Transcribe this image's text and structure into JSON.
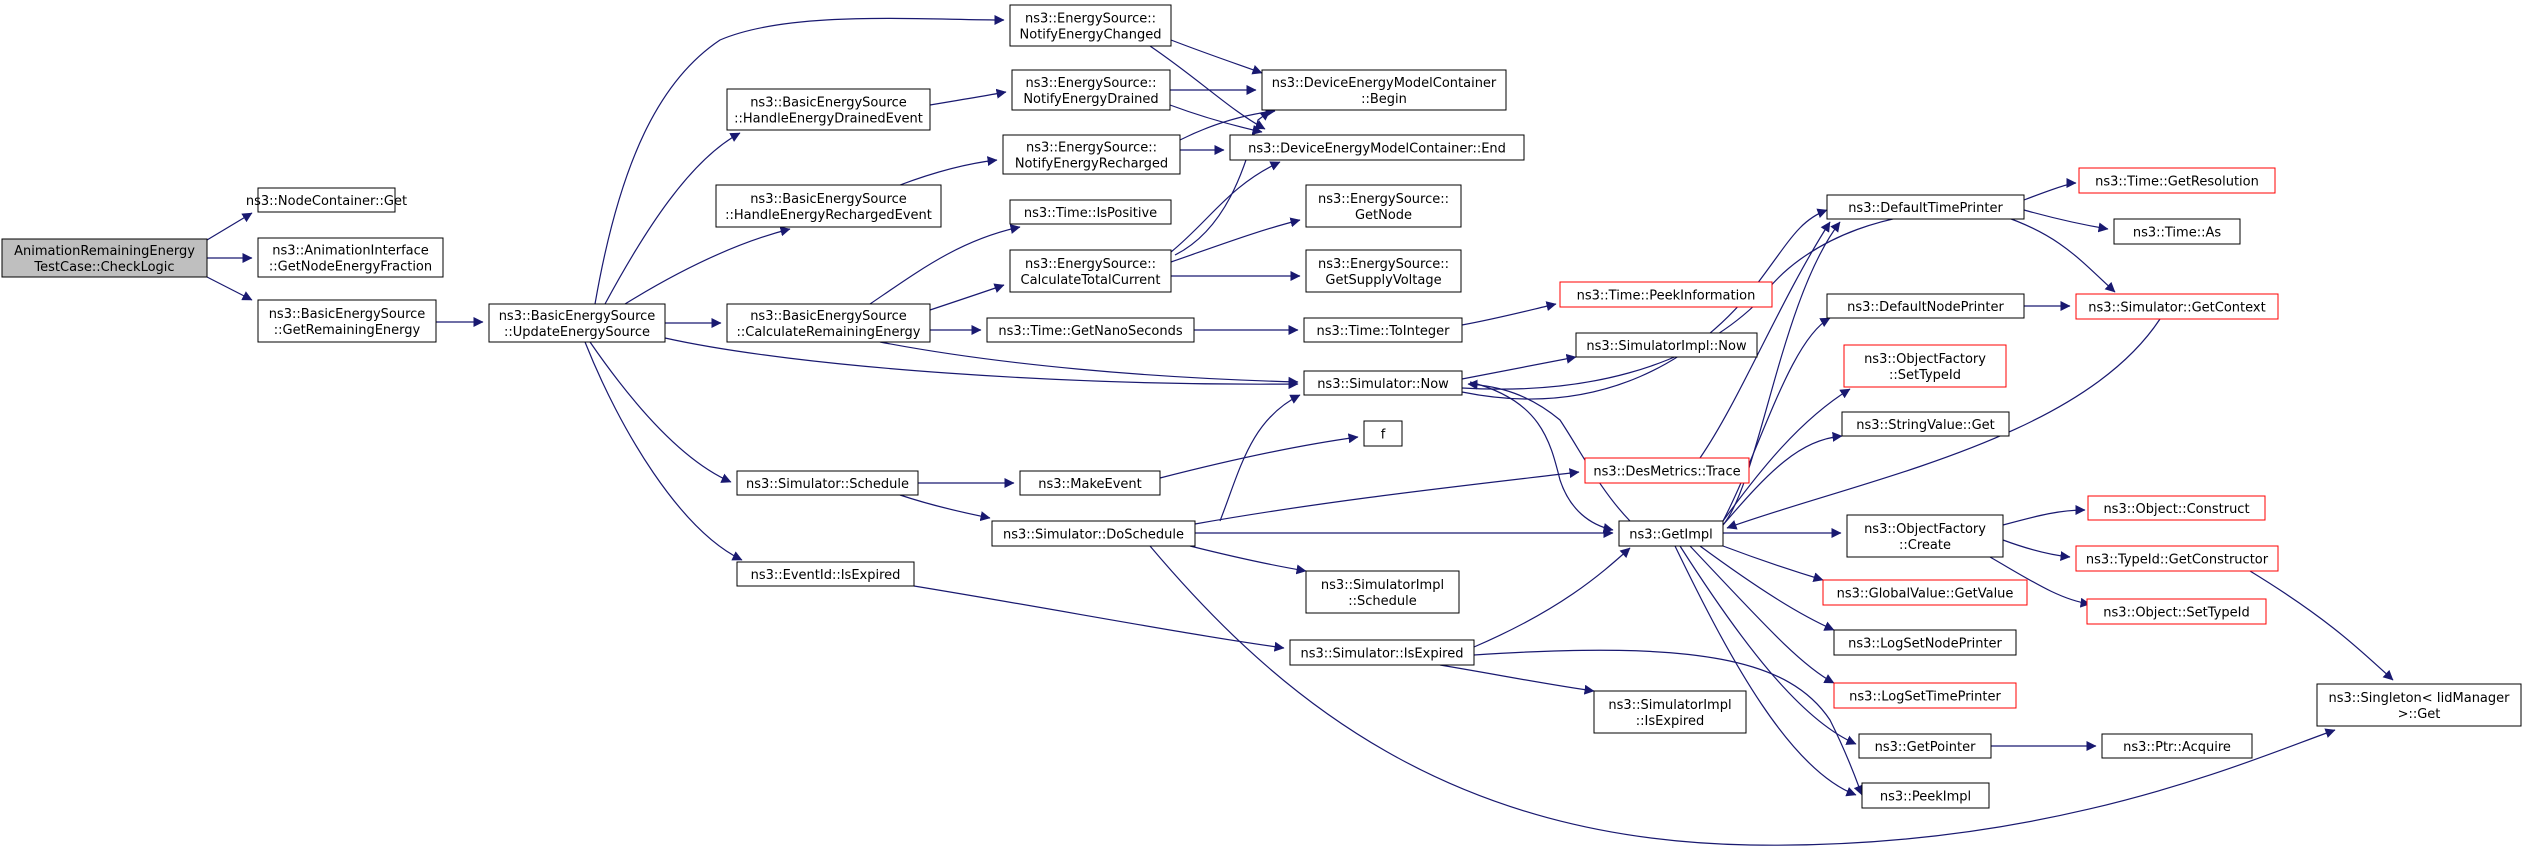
{
  "colors": {
    "edge": "#191970",
    "root_fill": "#bfbfbf",
    "node_stroke": "#000000",
    "red_stroke": "#ff0000",
    "background": "#ffffff"
  },
  "nodes": [
    {
      "id": "root",
      "lines": [
        "AnimationRemainingEnergy",
        "TestCase::CheckLogic"
      ],
      "style": "root"
    },
    {
      "id": "nodecontainer-get",
      "lines": [
        "ns3::NodeContainer::Get"
      ],
      "style": "normal"
    },
    {
      "id": "getnodeenergyfraction",
      "lines": [
        "ns3::AnimationInterface",
        "::GetNodeEnergyFraction"
      ],
      "style": "normal"
    },
    {
      "id": "getremainingenergy",
      "lines": [
        "ns3::BasicEnergySource",
        "::GetRemainingEnergy"
      ],
      "style": "normal"
    },
    {
      "id": "updateenergysource",
      "lines": [
        "ns3::BasicEnergySource",
        "::UpdateEnergySource"
      ],
      "style": "normal"
    },
    {
      "id": "handleenergydrainedevent",
      "lines": [
        "ns3::BasicEnergySource",
        "::HandleEnergyDrainedEvent"
      ],
      "style": "normal"
    },
    {
      "id": "handleenergyrechargedevent",
      "lines": [
        "ns3::BasicEnergySource",
        "::HandleEnergyRechargedEvent"
      ],
      "style": "normal"
    },
    {
      "id": "calculateremainingenergy",
      "lines": [
        "ns3::BasicEnergySource",
        "::CalculateRemainingEnergy"
      ],
      "style": "normal"
    },
    {
      "id": "simulator-schedule",
      "lines": [
        "ns3::Simulator::Schedule"
      ],
      "style": "normal"
    },
    {
      "id": "eventid-isexpired",
      "lines": [
        "ns3::EventId::IsExpired"
      ],
      "style": "normal"
    },
    {
      "id": "notifyenergychanged",
      "lines": [
        "ns3::EnergySource::",
        "NotifyEnergyChanged"
      ],
      "style": "normal"
    },
    {
      "id": "notifyenergydrained",
      "lines": [
        "ns3::EnergySource::",
        "NotifyEnergyDrained"
      ],
      "style": "normal"
    },
    {
      "id": "notifyenergyrecharged",
      "lines": [
        "ns3::EnergySource::",
        "NotifyEnergyRecharged"
      ],
      "style": "normal"
    },
    {
      "id": "time-ispositive",
      "lines": [
        "ns3::Time::IsPositive"
      ],
      "style": "normal"
    },
    {
      "id": "calculatetotalcurrent",
      "lines": [
        "ns3::EnergySource::",
        "CalculateTotalCurrent"
      ],
      "style": "normal"
    },
    {
      "id": "time-getnanoseconds",
      "lines": [
        "ns3::Time::GetNanoSeconds"
      ],
      "style": "normal"
    },
    {
      "id": "makeevent",
      "lines": [
        "ns3::MakeEvent"
      ],
      "style": "normal"
    },
    {
      "id": "simulator-doschedule",
      "lines": [
        "ns3::Simulator::DoSchedule"
      ],
      "style": "normal"
    },
    {
      "id": "dem-begin",
      "lines": [
        "ns3::DeviceEnergyModelContainer",
        "::Begin"
      ],
      "style": "normal"
    },
    {
      "id": "dem-end",
      "lines": [
        "ns3::DeviceEnergyModelContainer::End"
      ],
      "style": "normal"
    },
    {
      "id": "getnode",
      "lines": [
        "ns3::EnergySource::",
        "GetNode"
      ],
      "style": "normal"
    },
    {
      "id": "getsupplyvoltage",
      "lines": [
        "ns3::EnergySource::",
        "GetSupplyVoltage"
      ],
      "style": "normal"
    },
    {
      "id": "time-tointeger",
      "lines": [
        "ns3::Time::ToInteger"
      ],
      "style": "normal"
    },
    {
      "id": "simulator-now",
      "lines": [
        "ns3::Simulator::Now"
      ],
      "style": "normal"
    },
    {
      "id": "f",
      "lines": [
        "f"
      ],
      "style": "normal"
    },
    {
      "id": "simulatorimpl-schedule",
      "lines": [
        "ns3::SimulatorImpl",
        "::Schedule"
      ],
      "style": "normal"
    },
    {
      "id": "simulator-isexpired",
      "lines": [
        "ns3::Simulator::IsExpired"
      ],
      "style": "normal"
    },
    {
      "id": "time-peekinformation",
      "lines": [
        "ns3::Time::PeekInformation"
      ],
      "style": "red"
    },
    {
      "id": "simulatorimpl-now",
      "lines": [
        "ns3::SimulatorImpl::Now"
      ],
      "style": "normal"
    },
    {
      "id": "desmetrics-trace",
      "lines": [
        "ns3::DesMetrics::Trace"
      ],
      "style": "red"
    },
    {
      "id": "getimpl",
      "lines": [
        "ns3::GetImpl"
      ],
      "style": "normal"
    },
    {
      "id": "simulatorimpl-isexpired",
      "lines": [
        "ns3::SimulatorImpl",
        "::IsExpired"
      ],
      "style": "normal"
    },
    {
      "id": "defaulttimeprinter",
      "lines": [
        "ns3::DefaultTimePrinter"
      ],
      "style": "normal"
    },
    {
      "id": "defaultnodeprinter",
      "lines": [
        "ns3::DefaultNodePrinter"
      ],
      "style": "normal"
    },
    {
      "id": "objectfactory-settypeid",
      "lines": [
        "ns3::ObjectFactory",
        "::SetTypeId"
      ],
      "style": "red"
    },
    {
      "id": "stringvalue-get",
      "lines": [
        "ns3::StringValue::Get"
      ],
      "style": "normal"
    },
    {
      "id": "objectfactory-create",
      "lines": [
        "ns3::ObjectFactory",
        "::Create"
      ],
      "style": "normal"
    },
    {
      "id": "globalvalue-getvalue",
      "lines": [
        "ns3::GlobalValue::GetValue"
      ],
      "style": "red"
    },
    {
      "id": "logsetnodeprinter",
      "lines": [
        "ns3::LogSetNodePrinter"
      ],
      "style": "normal"
    },
    {
      "id": "logsettimeprinter",
      "lines": [
        "ns3::LogSetTimePrinter"
      ],
      "style": "red"
    },
    {
      "id": "getpointer",
      "lines": [
        "ns3::GetPointer"
      ],
      "style": "normal"
    },
    {
      "id": "peekimpl",
      "lines": [
        "ns3::PeekImpl"
      ],
      "style": "normal"
    },
    {
      "id": "time-getresolution",
      "lines": [
        "ns3::Time::GetResolution"
      ],
      "style": "red"
    },
    {
      "id": "time-as",
      "lines": [
        "ns3::Time::As"
      ],
      "style": "normal"
    },
    {
      "id": "simulator-getcontext",
      "lines": [
        "ns3::Simulator::GetContext"
      ],
      "style": "red"
    },
    {
      "id": "object-construct",
      "lines": [
        "ns3::Object::Construct"
      ],
      "style": "red"
    },
    {
      "id": "typeid-getconstructor",
      "lines": [
        "ns3::TypeId::GetConstructor"
      ],
      "style": "red"
    },
    {
      "id": "object-settypeid",
      "lines": [
        "ns3::Object::SetTypeId"
      ],
      "style": "red"
    },
    {
      "id": "ptr-acquire",
      "lines": [
        "ns3::Ptr::Acquire"
      ],
      "style": "normal"
    },
    {
      "id": "singleton-get",
      "lines": [
        "ns3::Singleton< IidManager",
        " >::Get"
      ],
      "style": "normal"
    }
  ]
}
